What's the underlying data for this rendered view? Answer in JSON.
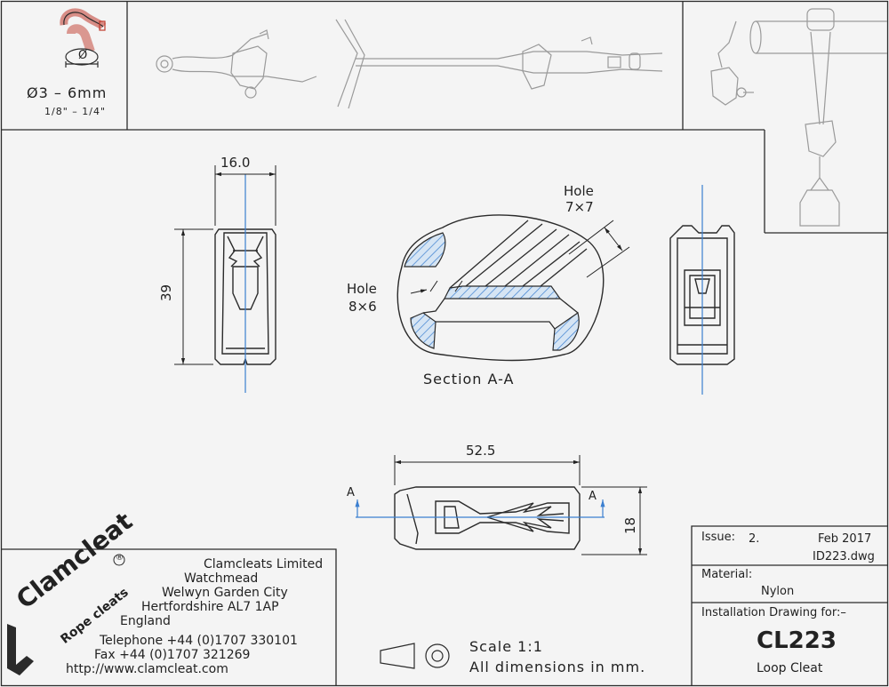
{
  "rope_size": {
    "diameter_symbol": "Ø",
    "metric": "Ø3 – 6mm",
    "imperial": "1/8\" – 1/4\""
  },
  "dimensions": {
    "width": "16.0",
    "height": "39",
    "length": "52.5",
    "depth": "18"
  },
  "section": {
    "hole_top_label": "Hole",
    "hole_top_size": "7×7",
    "hole_left_label": "Hole",
    "hole_left_size": "8×6",
    "caption": "Section A-A",
    "marker": "A"
  },
  "company": {
    "brand": "Clamcleat",
    "registered": "®",
    "tagline": "Rope cleats",
    "name": "Clamcleats Limited",
    "address": [
      "Watchmead",
      "Welwyn Garden City",
      "Hertfordshire AL7 1AP",
      "England"
    ],
    "telephone": "Telephone +44 (0)1707 330101",
    "fax": "Fax +44 (0)1707 321269",
    "web": "http://www.clamcleat.com"
  },
  "scale_note": {
    "scale": "Scale 1:1",
    "units": "All dimensions in mm."
  },
  "title_block": {
    "issue_label": "Issue:",
    "issue_value": "2.",
    "date": "Feb 2017",
    "drawing_no": "ID223.dwg",
    "material_label": "Material:",
    "material_value": "Nylon",
    "installation_label": "Installation Drawing for:–",
    "part_no": "CL223",
    "part_name": "Loop Cleat"
  },
  "colors": {
    "line": "#2b2b2b",
    "hatch": "#3b7fd0",
    "hatch_fill": "#cfe0f2",
    "centerline": "#3b7fd0",
    "rope_red": "#c0392b"
  }
}
